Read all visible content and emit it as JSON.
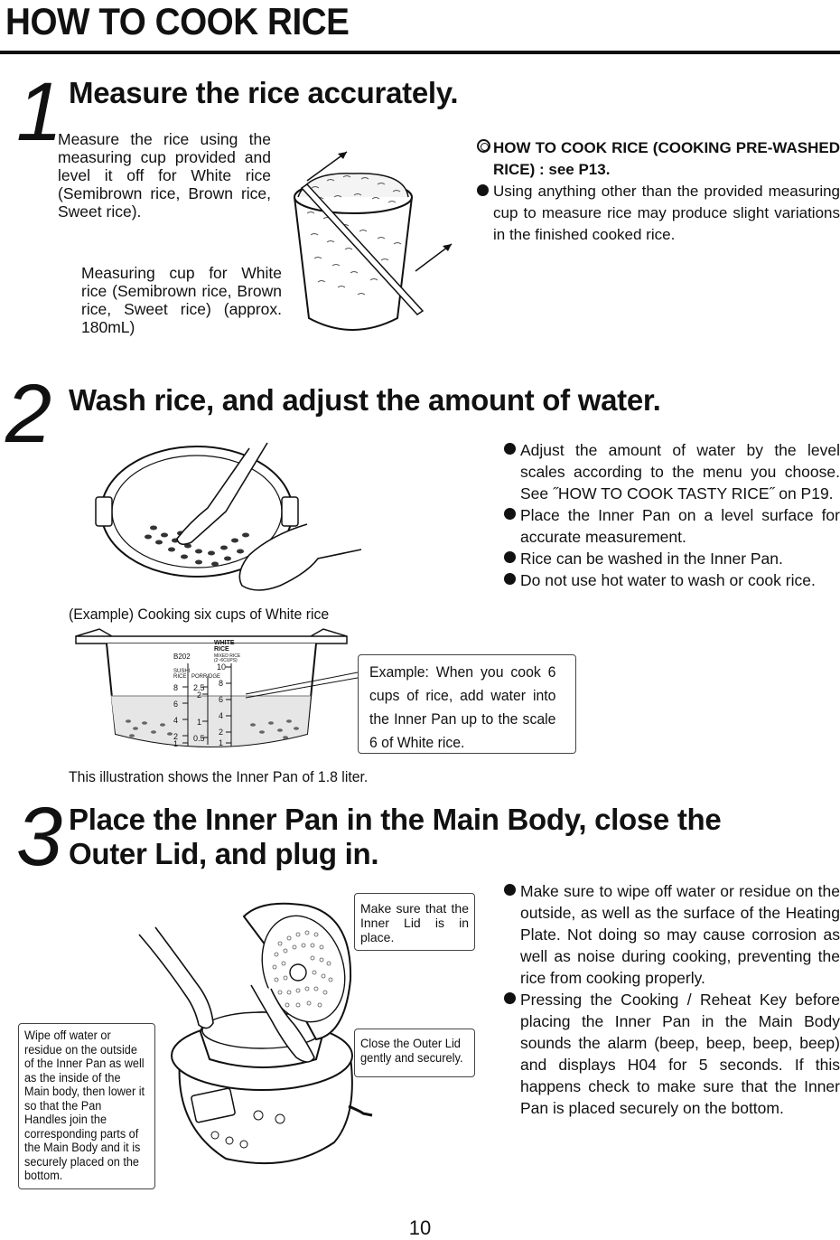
{
  "page_title": "HOW TO COOK RICE",
  "page_number": "10",
  "step1": {
    "number": "1",
    "heading": "Measure the rice accurately.",
    "measure_text": "Measure the rice using the measuring cup provided and level it off for White rice (Semibrown rice, Brown rice, Sweet rice).",
    "cup_caption": "Measuring cup for White rice (Semibrown rice, Brown rice, Sweet rice) (approx. 180mL)",
    "note_ref": "HOW TO COOK RICE (COOKING PRE-WASHED RICE) : see P13.",
    "note_bullet": "Using anything other than the provided measuring cup to measure rice may produce slight variations in the finished cooked rice."
  },
  "step2": {
    "number": "2",
    "heading": "Wash rice, and adjust the amount of water.",
    "bullets": [
      "Adjust the amount of water by the level scales according to the menu you choose. See ˝HOW TO COOK TASTY RICE˝ on P19.",
      "Place the Inner Pan on a level surface for accurate measurement.",
      "Rice can be washed in the Inner Pan.",
      "Do not use hot water to wash or cook rice."
    ],
    "example_caption": "(Example) Cooking six cups of White rice",
    "example_label": "Example:",
    "example_text": "When you cook 6 cups of rice, add water into the Inner Pan up to the scale 6 of White rice.",
    "illustration_note": "This illustration shows the Inner Pan of 1.8 liter.",
    "pan_scale": {
      "model": "B202",
      "white_rice_label": "WHITE RICE",
      "mixed_rice_label": "MIXED RICE (2~6CUPS)",
      "sushi_label": "SUSHI RICE",
      "porridge_label": "PORRIDGE",
      "white_ticks": [
        "10",
        "8",
        "6",
        "4",
        "2",
        "1"
      ],
      "sushi_ticks": [
        "8",
        "6",
        "4",
        "2",
        "1"
      ],
      "porridge_ticks": [
        "2.5",
        "2",
        "1",
        "0.5"
      ]
    }
  },
  "step3": {
    "number": "3",
    "heading_line1": "Place the Inner Pan in the Main Body, close the",
    "heading_line2": "Outer Lid, and plug in.",
    "callout_inner_lid": "Make sure that the Inner Lid is in place.",
    "callout_outer_lid": "Close the Outer Lid gently and securely.",
    "callout_wipe": "Wipe off water or residue on the outside of the Inner Pan as well as the inside of the Main body, then lower it so that the Pan Handles join the corresponding parts of the Main Body and it is securely placed on the bottom.",
    "bullets": [
      "Make sure to wipe off water or residue on the outside, as well as the surface of the Heating Plate. Not doing so may cause corrosion as well as noise during cooking, preventing the rice from cooking properly.",
      "Pressing the Cooking / Reheat Key before placing the Inner Pan in the Main Body sounds the alarm (beep, beep, beep, beep) and displays H04 for 5 seconds. If this happens check to make sure that the Inner Pan is placed securely on the bottom."
    ]
  },
  "icons": {
    "measuring_cup": "measuring-cup-icon",
    "washing_pan": "washing-pan-illustration",
    "inner_pan": "inner-pan-scale-illustration",
    "rice_cooker": "rice-cooker-illustration"
  }
}
